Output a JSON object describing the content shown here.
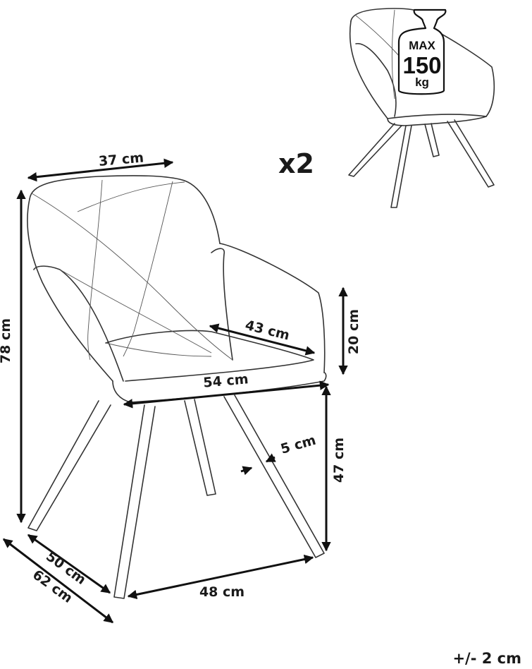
{
  "dimensions": {
    "top_width": "37 cm",
    "height": "78 cm",
    "seat_depth": "43 cm",
    "armrest_height": "20 cm",
    "seat_width": "54 cm",
    "leg_width": "5 cm",
    "seat_height": "47 cm",
    "depth_inner": "50 cm",
    "depth_total": "62 cm",
    "leg_span": "48 cm"
  },
  "quantity": "x2",
  "max_load": {
    "label": "MAX",
    "value": "150",
    "unit": "kg"
  },
  "tolerance": "+/- 2 cm"
}
